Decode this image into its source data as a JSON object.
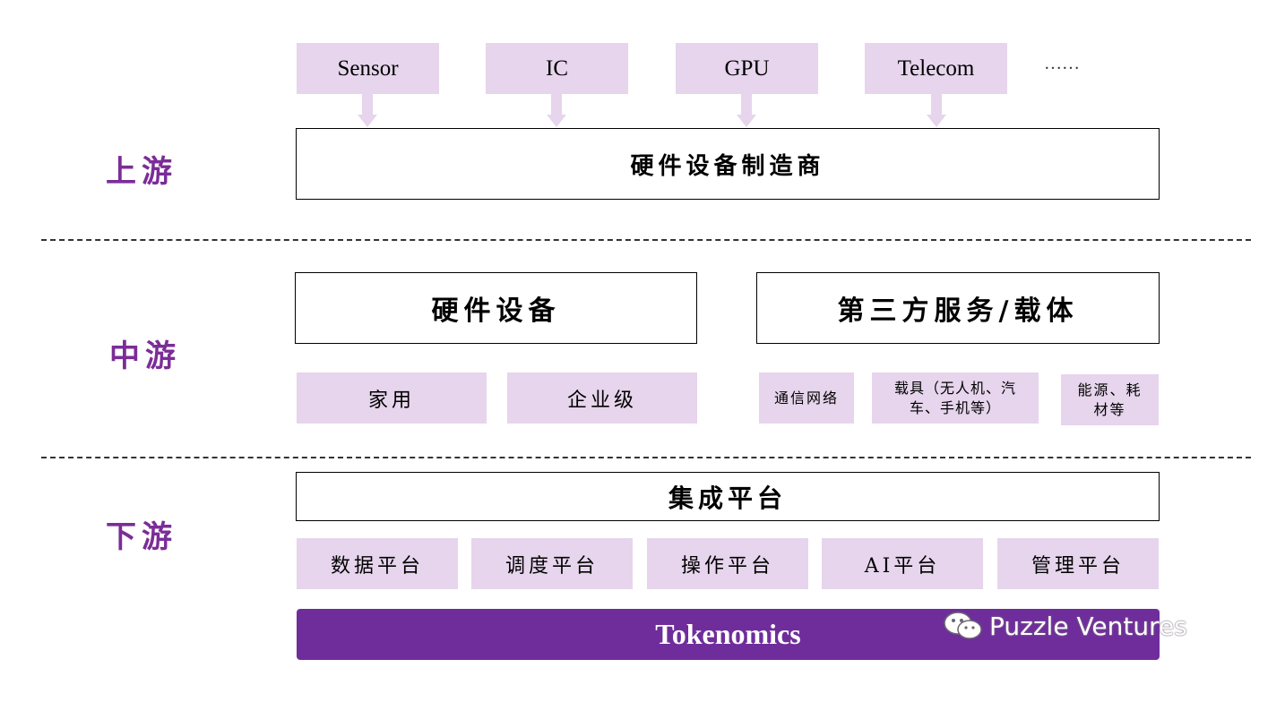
{
  "tiers": {
    "upstream": "上游",
    "midstream": "中游",
    "downstream": "下游"
  },
  "upstream": {
    "suppliers": [
      "Sensor",
      "IC",
      "GPU",
      "Telecom"
    ],
    "ellipsis": "……",
    "manufacturer": "硬件设备制造商"
  },
  "midstream": {
    "hardware": "硬件设备",
    "third_party": "第三方服务/载体",
    "hardware_items": [
      "家用",
      "企业级"
    ],
    "third_party_items": [
      "通信网络",
      "载具（无人机、汽车、手机等）",
      "能源、耗材等"
    ]
  },
  "downstream": {
    "integration": "集成平台",
    "platforms": [
      "数据平台",
      "调度平台",
      "操作平台",
      "AI平台",
      "管理平台"
    ],
    "tokenomics": "Tokenomics"
  },
  "watermark": "Puzzle Ventures",
  "colors": {
    "tier_label": "#7b2d97",
    "light_box": "#e6d5ec",
    "token_bar": "#6f2d9c"
  }
}
